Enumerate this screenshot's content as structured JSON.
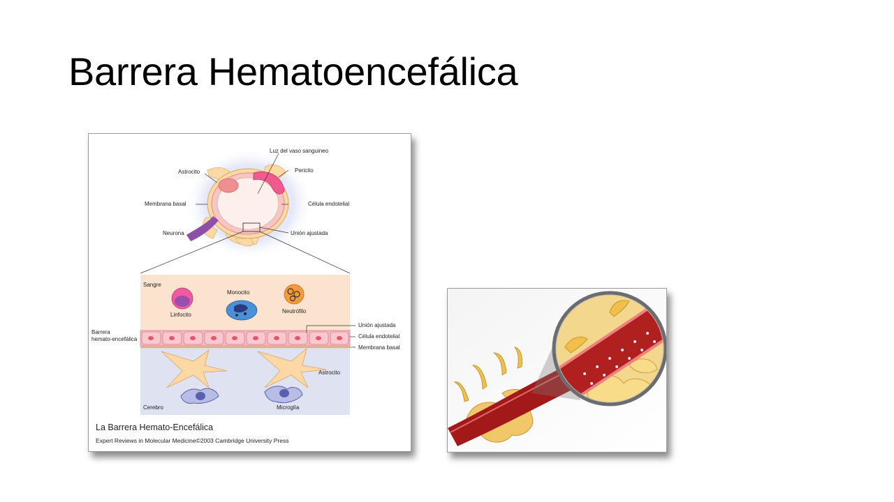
{
  "slide": {
    "title": "Barrera Hematoencefálica"
  },
  "figure1": {
    "labels": {
      "lumen": "Luz del vaso sanguineo",
      "astrocyte_top": "Astrocito",
      "pericyte": "Pericito",
      "basal_membrane_top": "Membrana basal",
      "endothelial_top": "Célula endotelial",
      "neuron": "Neurona",
      "tight_junction_top": "Unión ajustada",
      "blood": "Sangre",
      "lymphocyte": "Linfocito",
      "monocyte": "Monocito",
      "neutrophil": "Neutrófilo",
      "barrier_line1": "Barrera",
      "barrier_line2": "hemato-encefálica",
      "tight_junction": "Unión ajustada",
      "endothelial": "Célula endotelial",
      "basal_membrane": "Membrana basal",
      "astrocyte": "Astrocito",
      "brain": "Cerebro",
      "microglia": "Microglía"
    },
    "caption": {
      "title": "La Barrera Hemato-Encefálica",
      "source": "Expert Reviews in Molecular Medicine©2003 Cambridge University Press"
    }
  },
  "icons": {
    "vessel": "blood-vessel-cross-section",
    "magnifier": "magnifying-lens"
  },
  "colors": {
    "blood_plasma": "#fbe3cf",
    "endothelial_cell": "#f6b9c2",
    "brain_tissue": "#dfe2f0",
    "astrocyte": "#fcd9a4",
    "microglia": "#5a5fb0",
    "vessel_red": "#a31818",
    "neuron_purple": "#8e4fa8"
  }
}
